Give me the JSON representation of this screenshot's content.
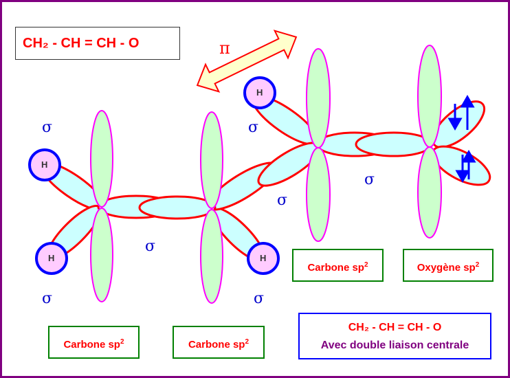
{
  "formula_box": {
    "formula": "CH₂ - CH = CH - O"
  },
  "pi_label": "π",
  "sigma_label": "σ",
  "hydrogen_label": "H",
  "orbital_labels": [
    {
      "text": "Carbone sp",
      "sup": "2"
    },
    {
      "text": "Carbone sp",
      "sup": "2"
    },
    {
      "text": "Carbone sp",
      "sup": "2"
    },
    {
      "text": "Oxygène sp",
      "sup": "2"
    }
  ],
  "summary_box": {
    "line1": "CH₂ - CH =  CH - O",
    "line2": "Avec double liaison centrale"
  },
  "colors": {
    "frame": "#800080",
    "sigma_lobe_fill": "#ccffff",
    "sigma_lobe_stroke": "#ff0000",
    "p_orbital_fill": "#ccffcc",
    "p_orbital_stroke": "#ff00ff",
    "hydrogen_fill": "#ffccff",
    "hydrogen_stroke": "#0000ff",
    "electron_arrow": "#0000ff",
    "pi_arrow_fill": "#ffffcc",
    "pi_arrow_stroke": "#ff0000"
  }
}
